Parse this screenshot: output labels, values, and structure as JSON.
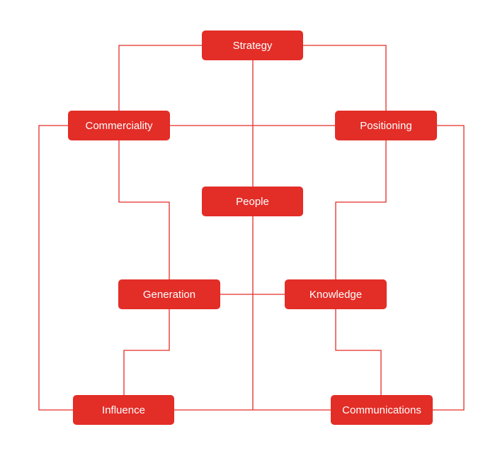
{
  "diagram": {
    "accent_color": "#e32d27",
    "line_color": "#e32d27",
    "nodes": {
      "strategy": "Strategy",
      "commerciality": "Commerciality",
      "positioning": "Positioning",
      "people": "People",
      "generation": "Generation",
      "knowledge": "Knowledge",
      "influence": "Influence",
      "communications": "Communications"
    },
    "connections": [
      [
        "strategy",
        "commerciality"
      ],
      [
        "strategy",
        "positioning"
      ],
      [
        "strategy",
        "people"
      ],
      [
        "commerciality",
        "positioning"
      ],
      [
        "commerciality",
        "generation"
      ],
      [
        "commerciality",
        "influence"
      ],
      [
        "positioning",
        "knowledge"
      ],
      [
        "positioning",
        "communications"
      ],
      [
        "generation",
        "knowledge"
      ],
      [
        "generation",
        "influence"
      ],
      [
        "knowledge",
        "communications"
      ],
      [
        "people",
        "influence"
      ],
      [
        "people",
        "communications"
      ]
    ]
  }
}
